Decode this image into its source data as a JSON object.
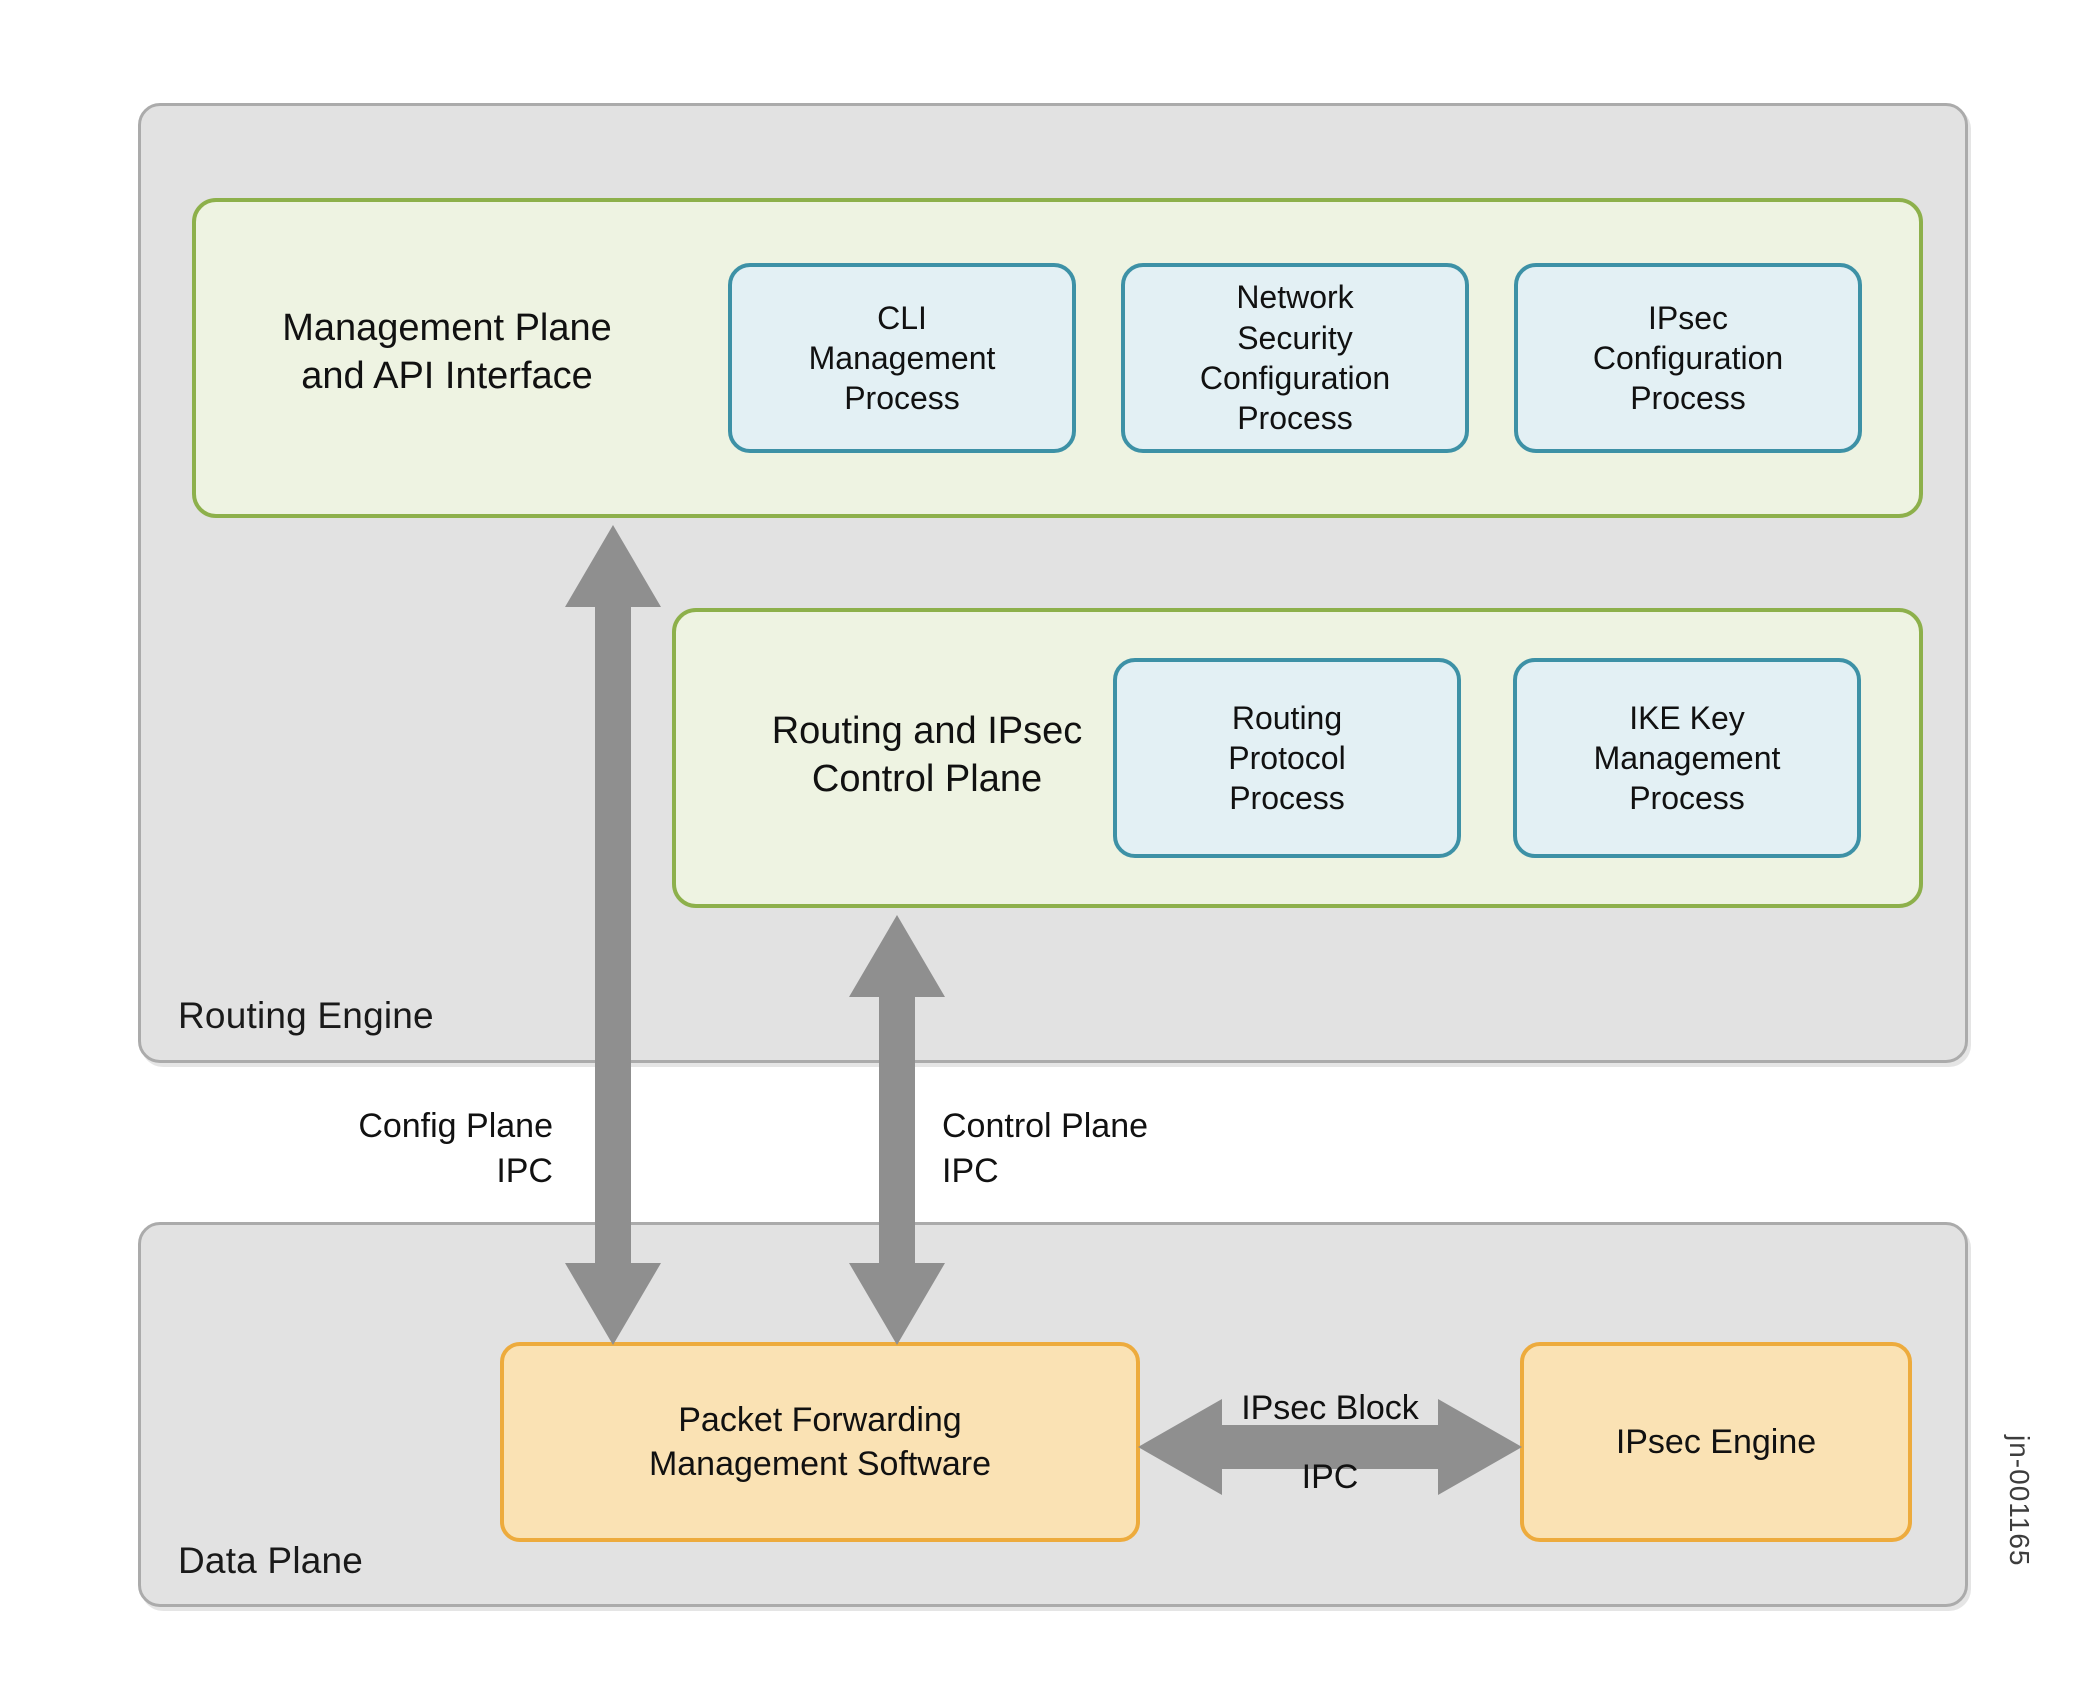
{
  "diagram": {
    "watermark": "jn-001165",
    "colors": {
      "plane_fill": "#e2e2e2",
      "plane_border": "#ababab",
      "green_fill": "#eef3e2",
      "green_border": "#8db04b",
      "process_fill": "#e3f0f4",
      "process_border": "#3d91a6",
      "orange_fill": "#fae2b4",
      "orange_border": "#edab3d",
      "arrow": "#8f8f8f",
      "text": "#111111",
      "background": "#ffffff"
    }
  },
  "routing_engine": {
    "label": "Routing Engine",
    "management_plane": {
      "title": "Management Plane\nand API Interface",
      "processes": [
        {
          "label": "CLI\nManagement\nProcess"
        },
        {
          "label": "Network\nSecurity\nConfiguration\nProcess"
        },
        {
          "label": "IPsec\nConfiguration\nProcess"
        }
      ]
    },
    "control_plane": {
      "title": "Routing and IPsec\nControl Plane",
      "processes": [
        {
          "label": "Routing\nProtocol\nProcess"
        },
        {
          "label": "IKE Key\nManagement\nProcess"
        }
      ]
    }
  },
  "data_plane": {
    "label": "Data Plane",
    "blocks": [
      {
        "label": "Packet Forwarding\nManagement Software"
      },
      {
        "label": "IPsec Engine"
      }
    ]
  },
  "connectors": [
    {
      "name": "config-plane-ipc",
      "label": "Config Plane\nIPC",
      "direction": "bidirectional-vertical"
    },
    {
      "name": "control-plane-ipc",
      "label": "Control Plane\nIPC",
      "direction": "bidirectional-vertical"
    },
    {
      "name": "ipsec-block-ipc",
      "label_top": "IPsec Block",
      "label_bottom": "IPC",
      "direction": "bidirectional-horizontal"
    }
  ]
}
